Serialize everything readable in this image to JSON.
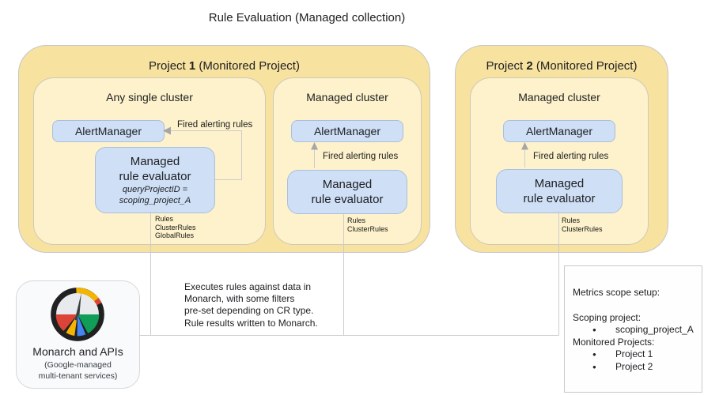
{
  "diagram_title": "Rule Evaluation (Managed collection)",
  "project1": {
    "title_prefix": "Project ",
    "title_number": "1",
    "title_suffix": " (Monitored Project)",
    "cluster_a": {
      "title": "Any single cluster",
      "alertmanager": "AlertManager",
      "evaluator_line1": "Managed",
      "evaluator_line2": "rule evaluator",
      "evaluator_note_line1": "queryProjectID =",
      "evaluator_note_line2": "scoping_project_A",
      "arrow_label": "Fired alerting rules",
      "rule_types": [
        "Rules",
        "ClusterRules",
        "GlobalRules"
      ]
    },
    "cluster_b": {
      "title": "Managed cluster",
      "alertmanager": "AlertManager",
      "evaluator_line1": "Managed",
      "evaluator_line2": "rule evaluator",
      "arrow_label": "Fired alerting rules",
      "rule_types": [
        "Rules",
        "ClusterRules"
      ]
    }
  },
  "project2": {
    "title_prefix": "Project ",
    "title_number": "2",
    "title_suffix": " (Monitored Project)",
    "cluster": {
      "title": "Managed cluster",
      "alertmanager": "AlertManager",
      "evaluator_line1": "Managed",
      "evaluator_line2": "rule evaluator",
      "arrow_label": "Fired alerting rules",
      "rule_types": [
        "Rules",
        "ClusterRules"
      ]
    }
  },
  "note": {
    "lines": [
      "Executes rules against data in",
      "Monarch, with some filters",
      "pre-set depending on CR type.",
      "Rule results written to Monarch."
    ]
  },
  "monarch": {
    "title": "Monarch and APIs",
    "subtitle_line1": "(Google-managed",
    "subtitle_line2": "multi-tenant services)"
  },
  "metrics_scope": {
    "title": "Metrics scope setup:",
    "scoping_label": "Scoping project:",
    "scoping_items": [
      "scoping_project_A"
    ],
    "monitored_label": "Monitored Projects:",
    "monitored_items": [
      "Project 1",
      "Project 2"
    ]
  },
  "colors": {
    "project_fill": "#F8E2A0",
    "cluster_fill": "#FDF2CB",
    "component_fill": "#CEDFF6",
    "connector_gray": "#cccccc",
    "arrowhead_gray": "#a6a6a6",
    "icon_red": "#DB4437",
    "icon_yellow": "#F4B400",
    "icon_blue": "#4285F4",
    "icon_green": "#0F9D58"
  }
}
